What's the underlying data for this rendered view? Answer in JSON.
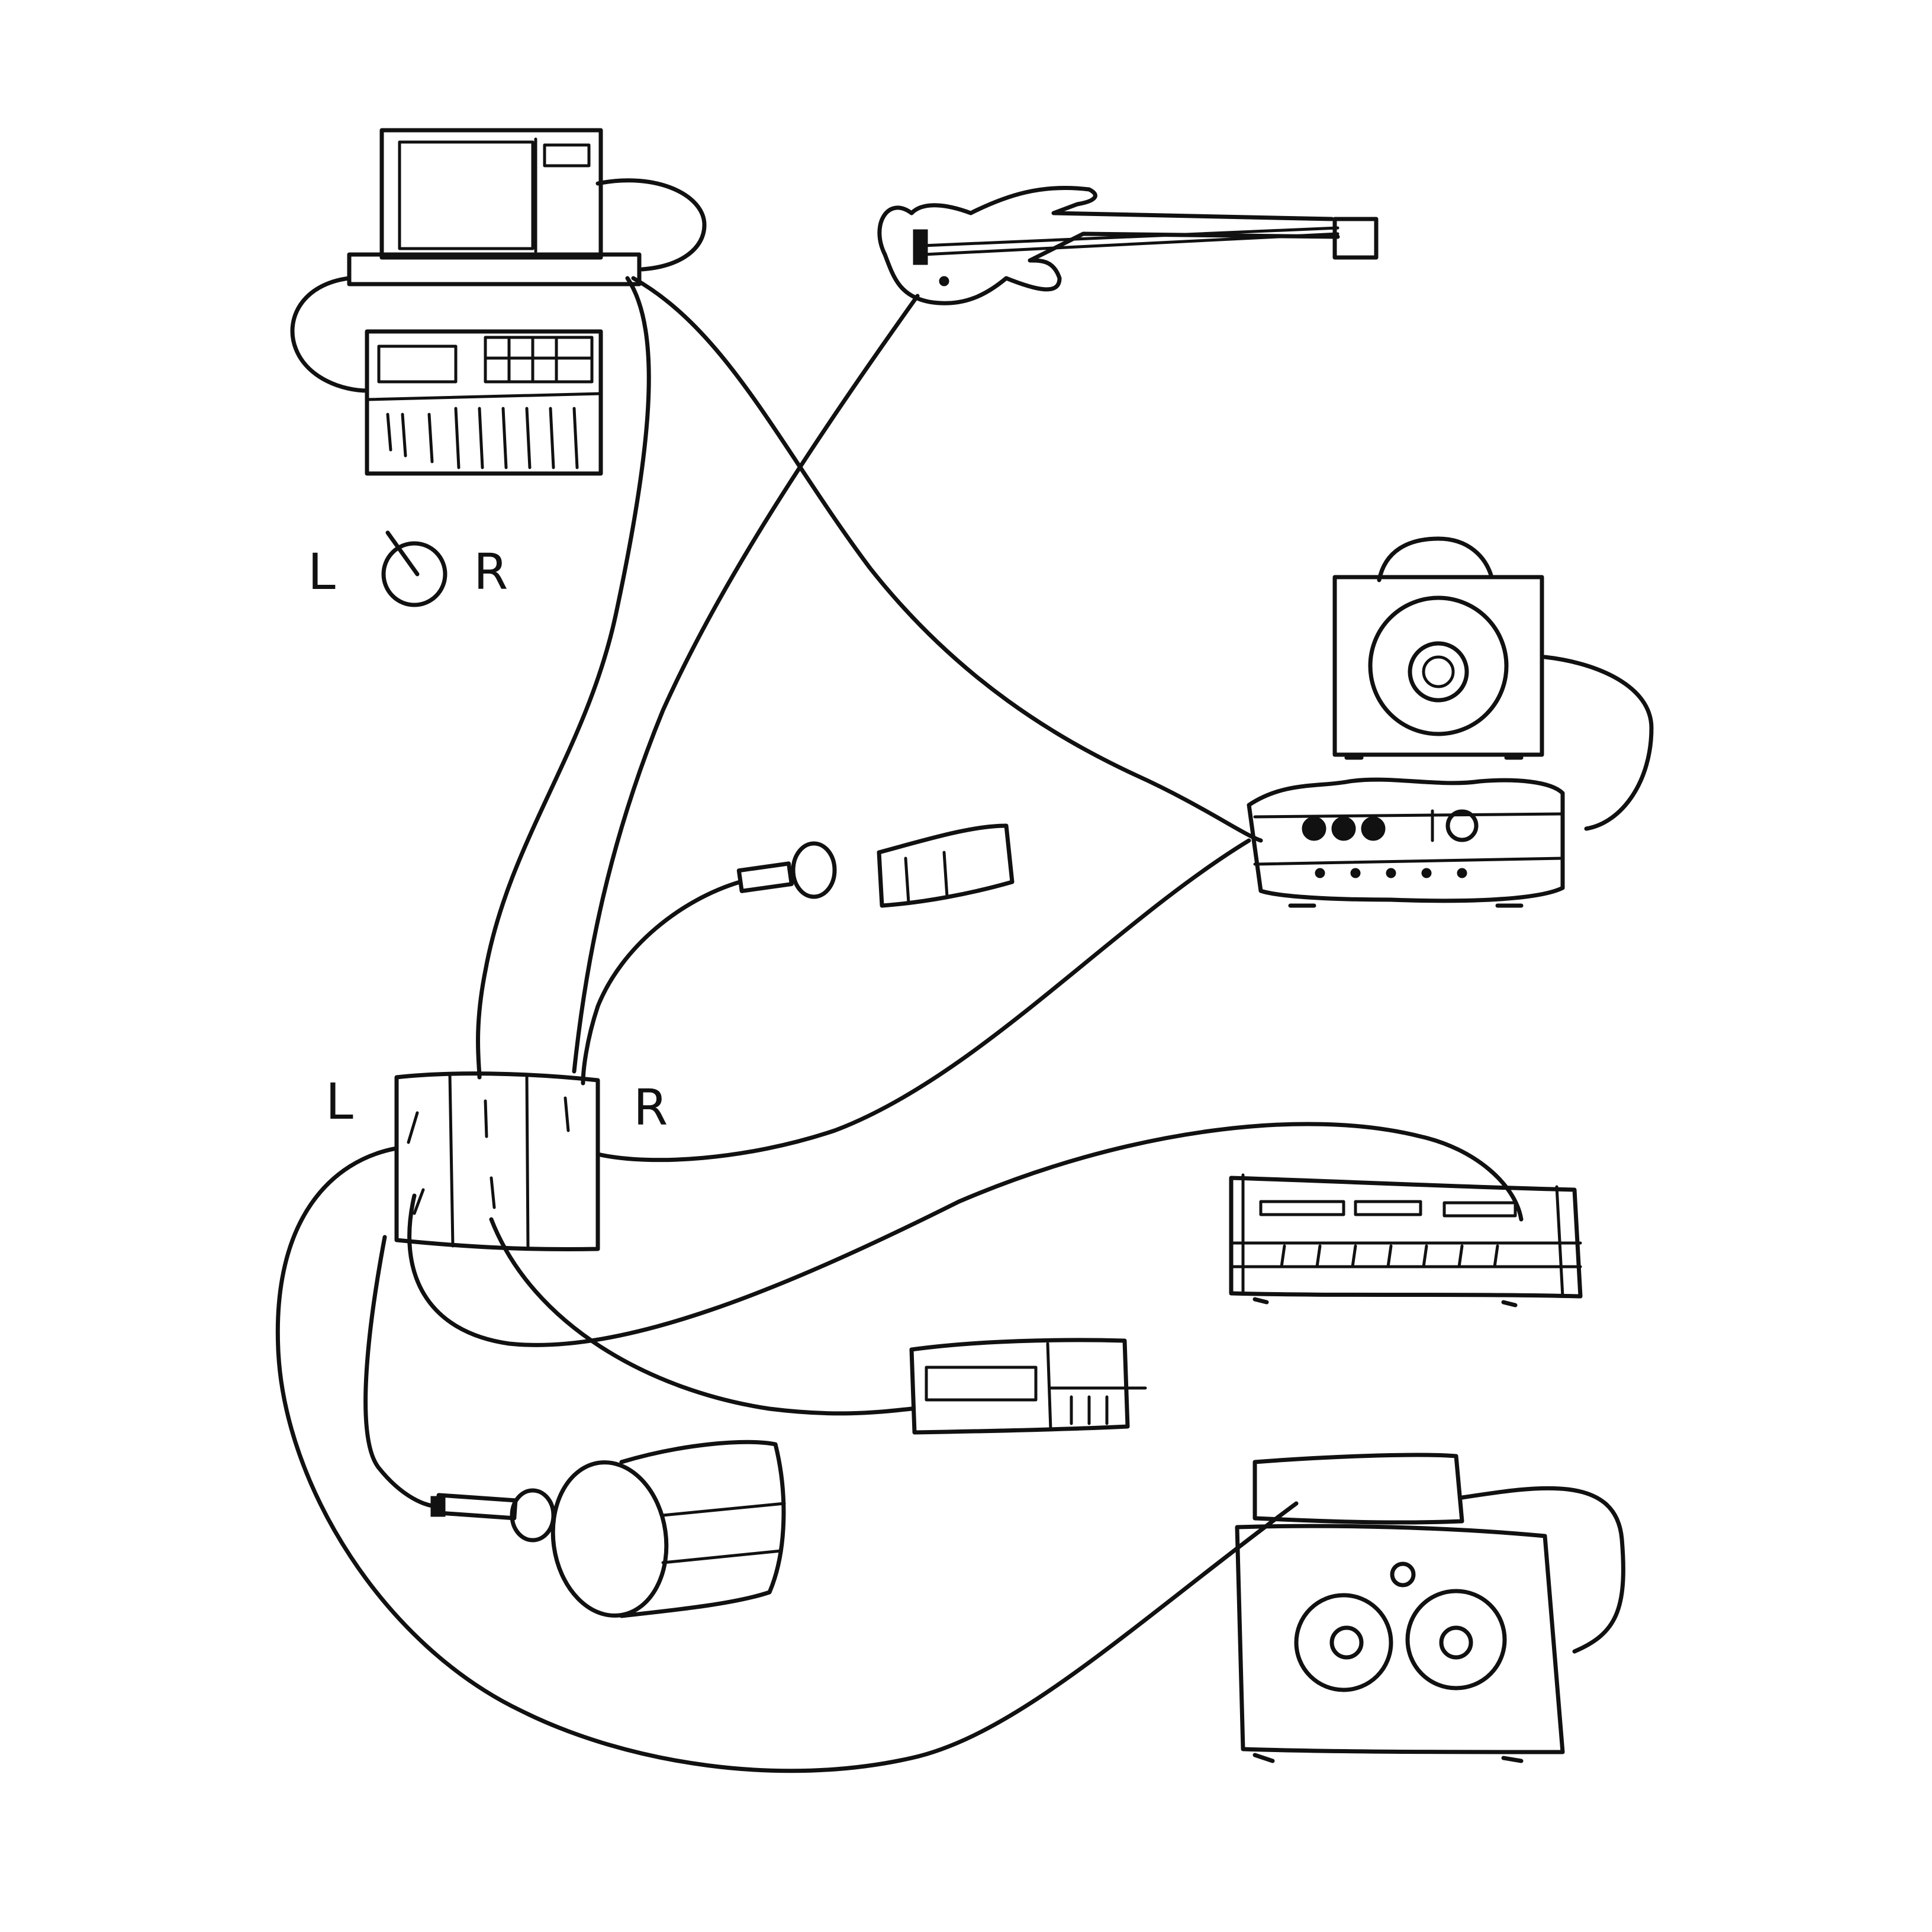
{
  "palette": {
    "ink": "#111111",
    "paper": "#ffffff"
  },
  "labels": {
    "top_l": "L",
    "top_r": "R",
    "mixer_l": "L",
    "mixer_r": "R"
  },
  "devices": [
    {
      "icon": "laptop-icon"
    },
    {
      "icon": "drum-machine-icon"
    },
    {
      "icon": "pan-knob-icon"
    },
    {
      "icon": "bass-guitar-icon"
    },
    {
      "icon": "guitar-amp-cabinet-icon"
    },
    {
      "icon": "amp-head-icon"
    },
    {
      "icon": "microphone-icon"
    },
    {
      "icon": "small-box-icon"
    },
    {
      "icon": "mixer-icon"
    },
    {
      "icon": "rack-unit-icon"
    },
    {
      "icon": "cassette-deck-icon"
    },
    {
      "icon": "microphone-icon"
    },
    {
      "icon": "drum-icon"
    },
    {
      "icon": "speaker-cabinet-icon"
    }
  ]
}
